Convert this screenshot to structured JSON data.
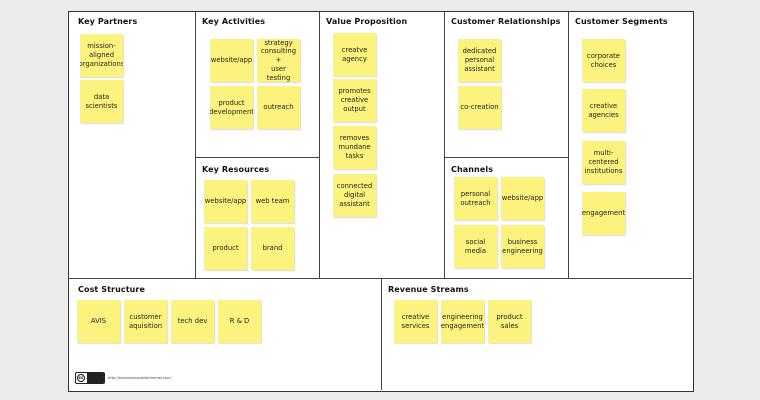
{
  "sections": {
    "key_partners": {
      "title": "Key Partners",
      "notes": [
        "mission-\naligned\norganizations",
        "data\nscientists"
      ]
    },
    "key_activities": {
      "title": "Key Activities",
      "notes": [
        "website/app",
        "strategy\nconsulting +\nuser testing",
        "product\ndevelopment",
        "outreach"
      ]
    },
    "key_resources": {
      "title": "Key Resources",
      "notes": [
        "website/app",
        "web team",
        "product",
        "brand"
      ]
    },
    "value_proposition": {
      "title": "Value Proposition",
      "notes": [
        "creatve\nagency",
        "promotes\ncreative\noutput",
        "removes\nmundane\ntasks",
        "connected\ndigital\nassistant"
      ]
    },
    "customer_relationships": {
      "title": "Customer Relationships",
      "notes": [
        "dedicated\npersonal\nassistant",
        "co-creation"
      ]
    },
    "channels": {
      "title": "Channels",
      "notes": [
        "personal\noutreach",
        "website/app",
        "social\nmedia",
        "business\nengineering"
      ]
    },
    "customer_segments": {
      "title": "Customer Segments",
      "notes": [
        "corporate\nchoices",
        "creative\nagencies",
        "multi-\ncentered\ninstitutions",
        "engagement"
      ]
    },
    "cost_structure": {
      "title": "Cost Structure",
      "notes": [
        "AVIS",
        "customer\naquisition",
        "tech dev",
        "R & D"
      ]
    },
    "revenue_streams": {
      "title": "Revenue Streams",
      "notes": [
        "creative\nservices",
        "engineering\nengagement",
        "product\nsales"
      ]
    }
  },
  "license": {
    "badge": "cc",
    "url": "http://businessmodelalchemist.com/"
  },
  "colors": {
    "sticky_note": "#fbf37d",
    "canvas": "#ffffff",
    "background": "#ebebeb",
    "grid_lines": "#444444"
  }
}
